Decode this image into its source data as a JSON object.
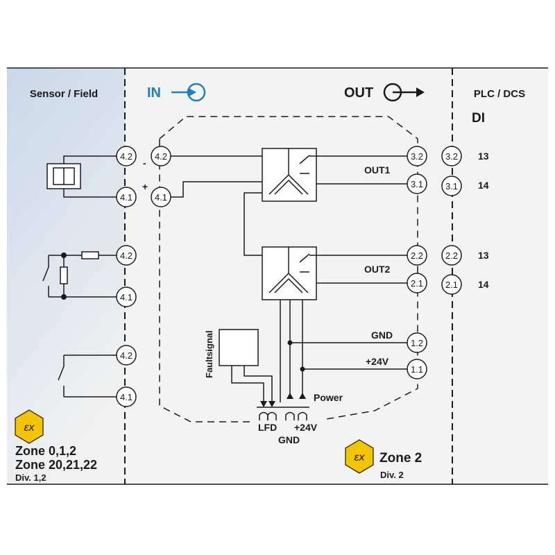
{
  "colors": {
    "field_bg_top": "#c9d8ea",
    "field_bg_bottom": "#f1f1f1",
    "in_blue": "#1b7fc1",
    "ex_yellow": "#f5c400",
    "line": "#1a1a1a"
  },
  "zones": {
    "field_header": "Sensor / Field",
    "plc_header": "PLC / DCS",
    "plc_sub": "DI",
    "in_label": "IN",
    "out_label": "OUT",
    "field_zone_line1": "Zone 0,1,2",
    "field_zone_line2": "Zone 20,21,22",
    "field_div": "Div. 1,2",
    "module_zone": "Zone 2",
    "module_div": "Div. 2",
    "ex_symbol": "εx"
  },
  "field_terminals": {
    "sensor1_minus": "4.2",
    "sensor1_plus": "4.1",
    "sensor2_top": "4.2",
    "sensor2_bottom": "4.1",
    "sensor3_top": "4.2",
    "sensor3_bottom": "4.1"
  },
  "module_inputs": {
    "minus": "4.2",
    "plus": "4.1",
    "minus_sign": "-",
    "plus_sign": "+"
  },
  "outputs": {
    "out1_label": "OUT1",
    "out2_label": "OUT2",
    "out1_t1": "3.2",
    "out1_t2": "3.1",
    "out2_t1": "2.2",
    "out2_t2": "2.1",
    "gnd_label": "GND",
    "v24_label": "+24V",
    "gnd_terminal": "1.2",
    "v24_terminal": "1.1"
  },
  "plc": {
    "t1": "3.2",
    "t2": "3.1",
    "t3": "2.2",
    "t4": "2.1",
    "n1": "13",
    "n2": "14",
    "n3": "13",
    "n4": "14"
  },
  "bus": {
    "faultsignal": "Faultsignal",
    "power": "Power",
    "lfd": "LFD",
    "gnd": "GND",
    "v24": "+24V"
  }
}
